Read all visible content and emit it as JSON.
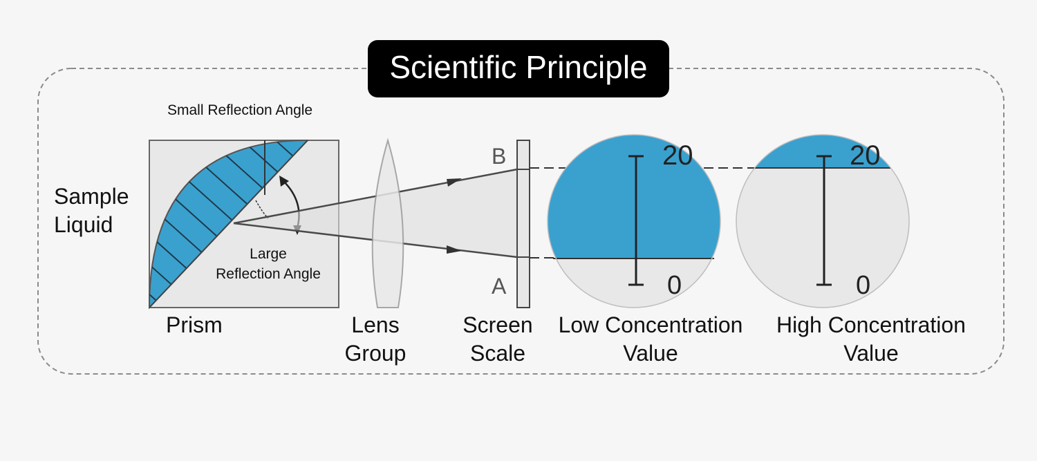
{
  "title": "Scientific Principle",
  "colors": {
    "background": "#f6f6f6",
    "accent_blue": "#3aa1cf",
    "light_gray": "#e8e8e8",
    "line": "#555555",
    "title_bg": "#000000"
  },
  "labels": {
    "sample_liquid_1": "Sample",
    "sample_liquid_2": "Liquid",
    "small_angle": "Small Reflection Angle",
    "large_angle_1": "Large",
    "large_angle_2": "Reflection Angle",
    "point_b": "B",
    "point_a": "A",
    "scale_top_low": "20",
    "scale_bottom_low": "0",
    "scale_top_high": "20",
    "scale_bottom_high": "0"
  },
  "captions": {
    "prism": "Prism",
    "lens_1": "Lens",
    "lens_2": "Group",
    "screen_1": "Screen",
    "screen_2": "Scale",
    "low_1": "Low Concentration",
    "low_2": "Value",
    "high_1": "High Concentration",
    "high_2": "Value"
  }
}
